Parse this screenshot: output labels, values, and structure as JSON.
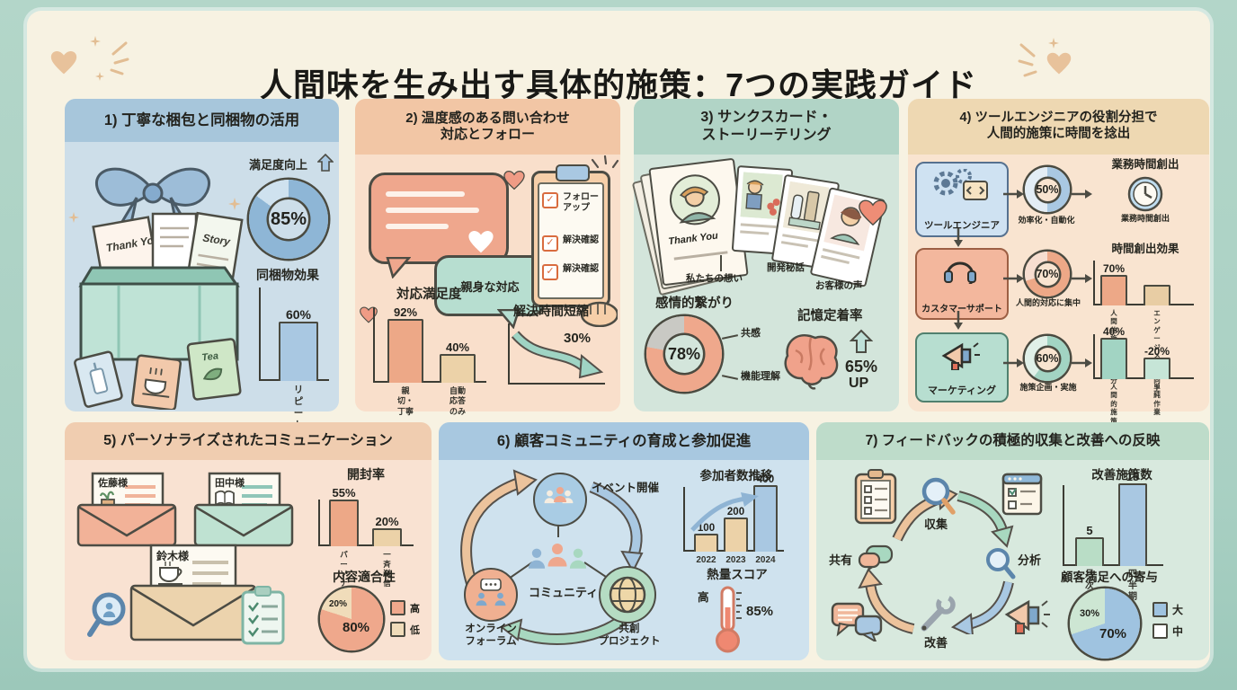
{
  "title": "人間味を生み出す具体的施策：7つの実践ガイド",
  "colors": {
    "outer_bg": "#a9d0c3",
    "card_bg": "#f7f2e2",
    "accent_salmon": "#eda887",
    "accent_blue": "#a9c8e2",
    "accent_teal": "#a2d4c3",
    "accent_tan": "#e9cfa6",
    "heart_tan": "#e8c29b",
    "ink": "#26261f"
  },
  "panels": {
    "p1": {
      "header": "1) 丁寧な梱包と同梱物の活用",
      "gift": {
        "thank_you": "Thank You",
        "story": "Story",
        "tea": "Tea"
      },
      "satisfaction": {
        "label": "満足度向上",
        "donut": {
          "percent": 85,
          "text": "85%",
          "color": "#8eb6d6",
          "rest": "#cfe2ef"
        }
      },
      "insert_effect": {
        "title": "同梱物効果",
        "bar": {
          "value": 60,
          "text": "60%",
          "color": "#a9c8e2",
          "label": "リピート率UP"
        }
      }
    },
    "p2": {
      "header": "2) 温度感のある問い合わせ\n対応とフォロー",
      "bubble_label": "親身な対応",
      "checklist": [
        "フォローアップ",
        "解決確認",
        "解決確認"
      ],
      "satisfaction_chart": {
        "title": "対応満足度",
        "bars": [
          {
            "label": "親切・丁寧",
            "value": 92,
            "text": "92%",
            "color": "#eda887"
          },
          {
            "label": "自動応答のみ",
            "value": 40,
            "text": "40%",
            "color": "#ecd2a8"
          }
        ]
      },
      "time_reduction": {
        "title": "解決時間短縮",
        "text": "30%"
      }
    },
    "p3": {
      "header": "3) サンクスカード・\nストーリーテリング",
      "card_text": "Thank You",
      "labels": [
        "私たちの想い",
        "開発秘話",
        "お客様の声"
      ],
      "emotion": {
        "title": "感情的繋がり",
        "donut": {
          "percent": 78,
          "text": "78%",
          "color": "#efa88c",
          "rest": "#c9c9c4"
        },
        "callouts": [
          "共感",
          "機能理解"
        ]
      },
      "memory": {
        "title": "記憶定着率",
        "value": "65%",
        "sub": "UP"
      }
    },
    "p4": {
      "header": "4) ツールエンジニアの役割分担で\n人間的施策に時間を捻出",
      "rows": [
        {
          "box": "ツールエンジニア",
          "caption": "効率化・自動化",
          "donut": {
            "percent": 50,
            "text": "50%",
            "color": "#a9c8e2",
            "rest": "#e3edf5"
          }
        },
        {
          "box": "カスタマーサポート",
          "caption": "人間的対応に集中",
          "donut": {
            "percent": 70,
            "text": "70%",
            "color": "#eda887",
            "rest": "#f7ded0"
          }
        },
        {
          "box": "マーケティング",
          "caption": "施策企画・実施",
          "donut": {
            "percent": 60,
            "text": "60%",
            "color": "#a2d4c3",
            "rest": "#e0f0e8"
          }
        }
      ],
      "time_created": {
        "title": "業務時間創出",
        "caption": "業務時間創出"
      },
      "effect": {
        "title": "時間創出効果",
        "chart1": {
          "bars": [
            {
              "label": "人間的施策\nへの配分",
              "value": 70,
              "text": "70%",
              "color": "#eda887"
            },
            {
              "label": "エンゲージ\nメント向上",
              "value": 45,
              "text": "",
              "color": "#e8cda4"
            }
          ]
        },
        "chart2": {
          "bars": [
            {
              "label": "人間的施策\nへの配分",
              "value": 40,
              "text": "40%",
              "color": "#a2d4c3"
            },
            {
              "label": "単純作業",
              "value": 20,
              "text": "-20%",
              "color": "#c6e5d7"
            }
          ]
        }
      }
    },
    "p5": {
      "header": "5) パーソナライズされたコミュニケーション",
      "envelopes": [
        "佐藤様",
        "田中様",
        "鈴木様"
      ],
      "open_rate": {
        "title": "開封率",
        "bars": [
          {
            "label": "パーソナライズ",
            "value": 55,
            "text": "55%",
            "color": "#eda887"
          },
          {
            "label": "一斉送信",
            "value": 20,
            "text": "20%",
            "color": "#ecd2a8"
          }
        ]
      },
      "fit": {
        "title": "内容適合性",
        "pie": {
          "percent": 80,
          "color": "#efa88c",
          "rest": "#f0dcba"
        },
        "big_text": "80%",
        "small_text": "20%",
        "legend": [
          {
            "label": "高",
            "color": "#efa88c"
          },
          {
            "label": "低",
            "color": "#f0dcba"
          }
        ]
      }
    },
    "p6": {
      "header": "6) 顧客コミュニティの育成と参加促進",
      "nodes": {
        "event": "イベント開催",
        "community": "コミュニティ",
        "forum": "オンライン\nフォーラム",
        "cocreate": "共創\nプロジェクト"
      },
      "participants": {
        "title": "参加者数推移",
        "bars": [
          {
            "year": "2022",
            "value": 100,
            "color": "#ecd2a8"
          },
          {
            "year": "2023",
            "value": 200,
            "color": "#ecd2a8"
          },
          {
            "year": "2024",
            "value": 400,
            "color": "#a9c8e2"
          }
        ]
      },
      "heat": {
        "title": "熱量スコア",
        "high_label": "高",
        "text": "85%"
      }
    },
    "p7": {
      "header": "7) フィードバックの積極的収集と改善への反映",
      "cycle": {
        "collect": "収集",
        "analyze": "分析",
        "improve": "改善",
        "share": "共有"
      },
      "improvements": {
        "title": "改善施策数",
        "bars": [
          {
            "label": "月次",
            "value": 5,
            "text": "5",
            "color": "#b9ddc6"
          },
          {
            "label": "四半期",
            "value": 15,
            "text": "15",
            "color": "#a9c8e2"
          }
        ]
      },
      "contribution": {
        "title": "顧客満足への寄与",
        "pie": {
          "percent": 70,
          "color": "#9fc3e0",
          "rest": "#cde6d3"
        },
        "big_text": "70%",
        "small_text": "30%",
        "legend": [
          {
            "label": "大",
            "color": "#9fc3e0"
          },
          {
            "label": "中",
            "color": "#ffffff"
          }
        ]
      }
    }
  }
}
